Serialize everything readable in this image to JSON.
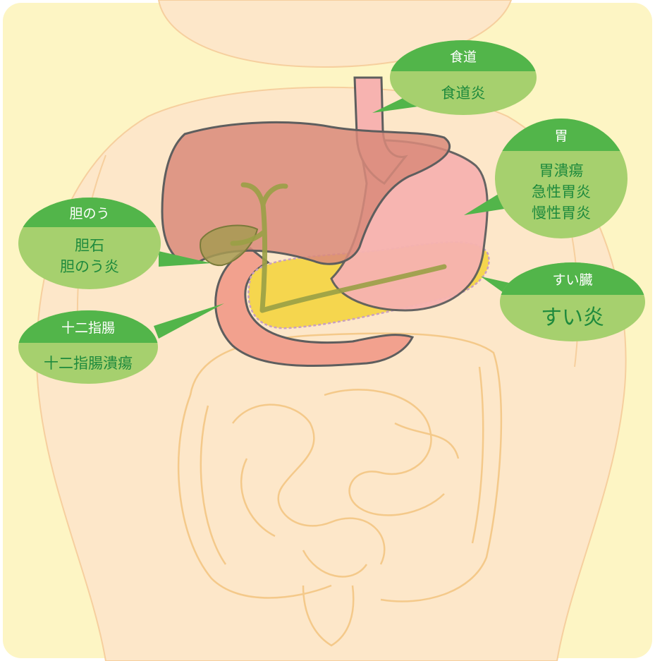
{
  "colors": {
    "background": "#fdf5c4",
    "body": "#fde7c9",
    "body_outline": "#f6cf9e",
    "liver": "#d9897a",
    "stomach": "#f7b3b0",
    "pancreas": "#f5d64e",
    "duodenum": "#f2a18e",
    "bile_duct": "#9aa046",
    "outline": "#5e5e5e",
    "bubble_head": "#52b54a",
    "bubble_body": "#a6d06e",
    "bubble_text": "#1e8a3d"
  },
  "labels": {
    "esophagus": {
      "organ": "食道",
      "diseases": [
        "食道炎"
      ]
    },
    "stomach": {
      "organ": "胃",
      "diseases": [
        "胃潰瘍",
        "急性胃炎",
        "慢性胃炎"
      ]
    },
    "gallbladder": {
      "organ": "胆のう",
      "diseases": [
        "胆石",
        "胆のう炎"
      ]
    },
    "pancreas": {
      "organ": "すい臓",
      "diseases": [
        "すい炎"
      ]
    },
    "duodenum": {
      "organ": "十二指腸",
      "diseases": [
        "十二指腸潰瘍"
      ]
    }
  }
}
